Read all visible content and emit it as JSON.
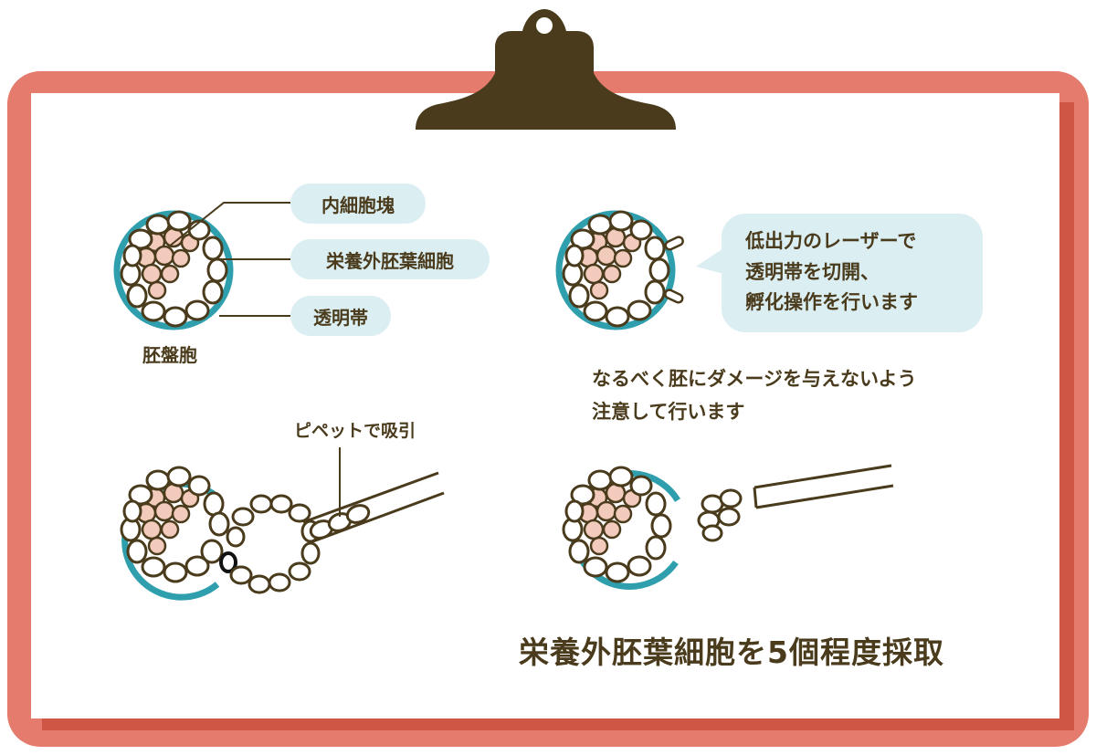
{
  "labels": {
    "inner_cell_mass": "内細胞塊",
    "trophectoderm": "栄養外胚葉細胞",
    "zona_pellucida": "透明帯",
    "blastocyst": "胚盤胞",
    "pipette": "ピペットで吸引"
  },
  "laser_note": "低出力のレーザーで\n透明帯を切開、\n孵化操作を行います",
  "care_note_line1": "なるべく胚にダメージを与えないよう",
  "care_note_line2": "注意して行います",
  "result": "栄養外胚葉細胞を5個程度採取",
  "colors": {
    "frame": "#e47b6d",
    "frame_shadow": "#cf5545",
    "clip": "#4a3b1c",
    "ring": "#2f9fad",
    "cell_outline": "#4a3b1c",
    "inner_cells": "#f3cbbd",
    "bubble": "#dbeef2"
  }
}
